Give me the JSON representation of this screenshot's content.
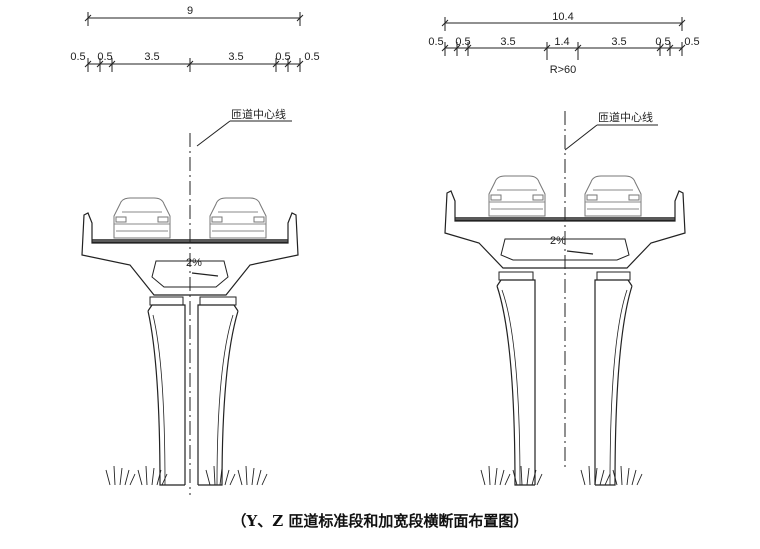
{
  "left": {
    "total_width": "9",
    "segments": [
      "0.5",
      "0.5",
      "3.5",
      "3.5",
      "0.5",
      "0.5"
    ],
    "centerline_label": "匝道中心线",
    "slope": "2%"
  },
  "right": {
    "total_width": "10.4",
    "segments": [
      "0.5",
      "0.5",
      "3.5",
      "1.4",
      "3.5",
      "0.5",
      "0.5"
    ],
    "radius_note": "R>60",
    "centerline_label": "匝道中心线",
    "slope": "2%"
  },
  "caption": "（Y、Z 匝道标准段和加宽段横断面布置图）"
}
